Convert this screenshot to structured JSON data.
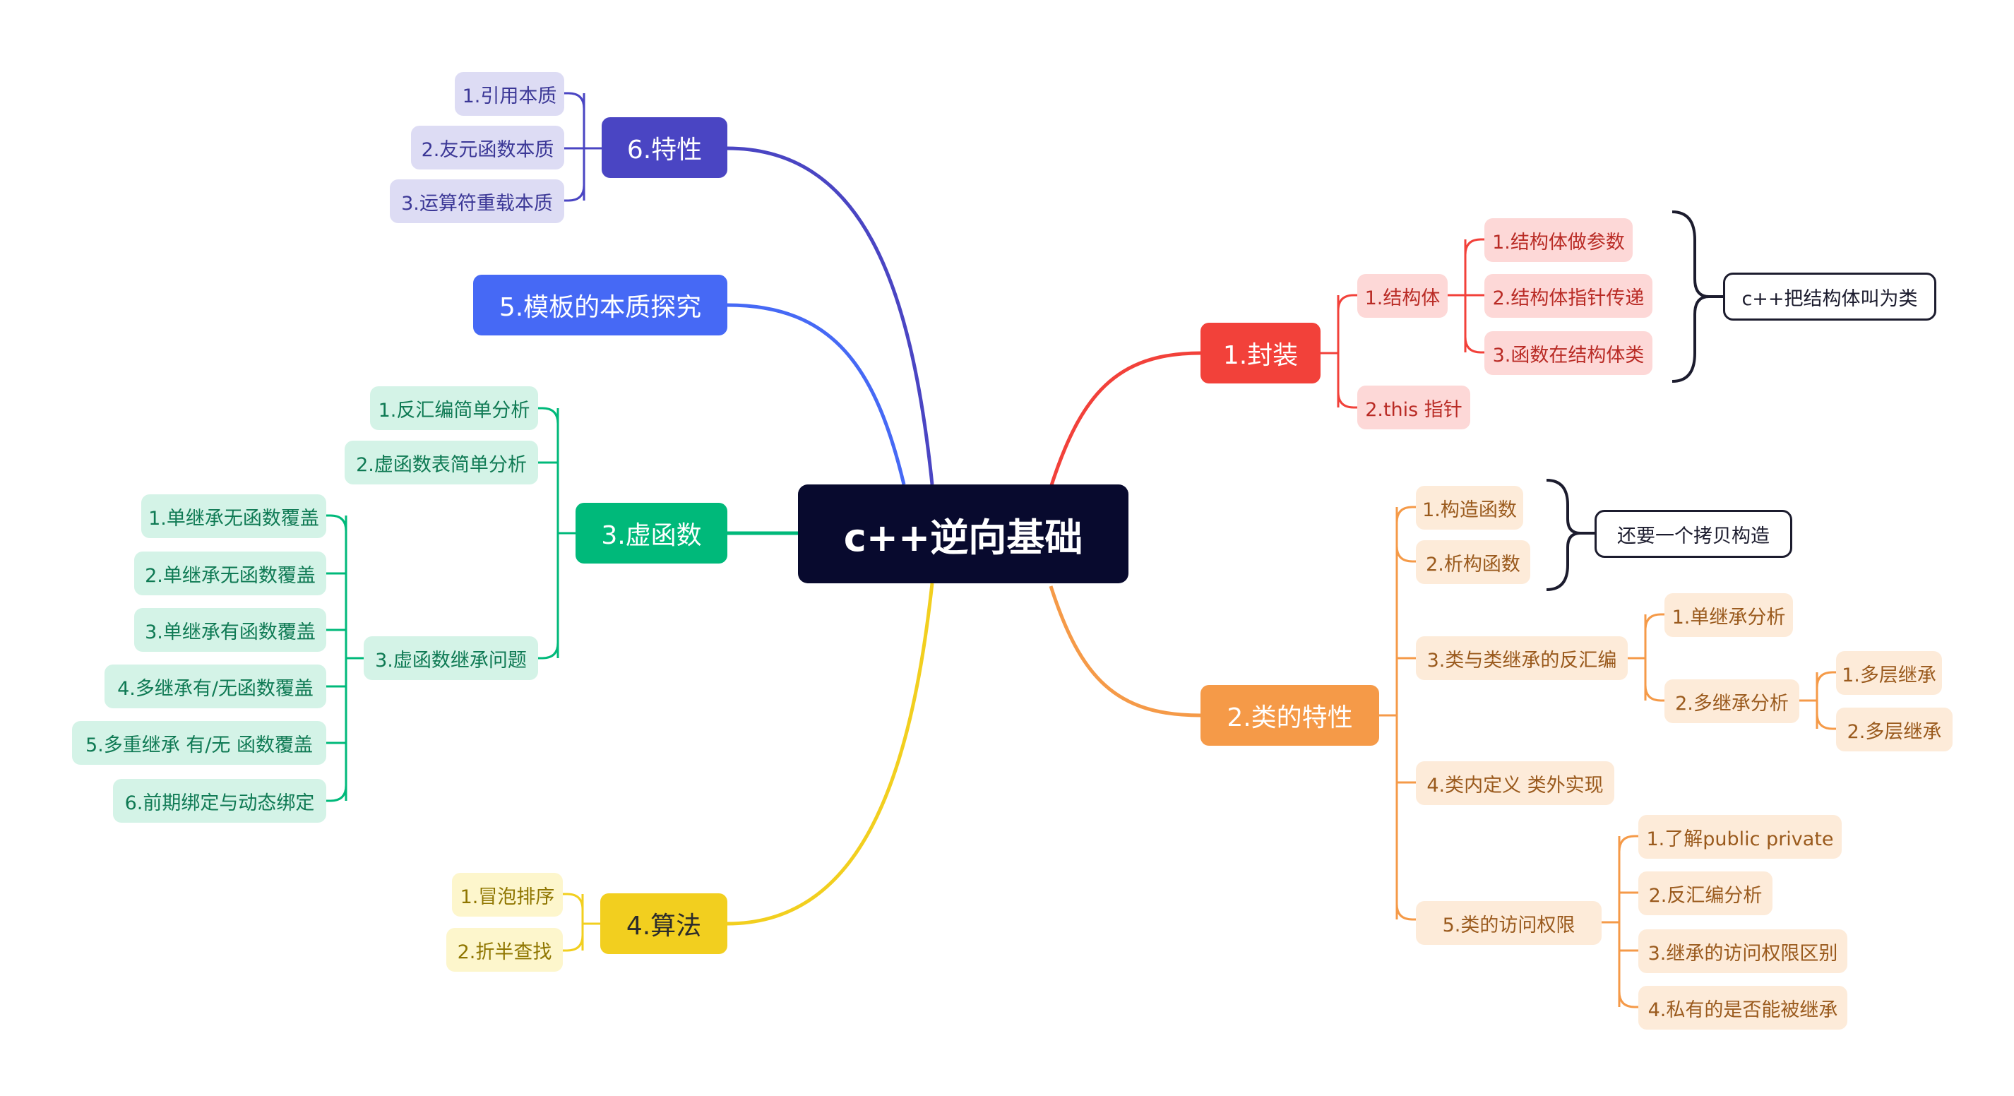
{
  "colors": {
    "root": "#080a2e",
    "branch_1": "#f2413a",
    "branch_2": "#f59a48",
    "branch_3": "#00b97a",
    "branch_4": "#f2cf1f",
    "branch_5": "#4669f5",
    "branch_6": "#4a45c3"
  },
  "root": {
    "label": "c++逆向基础"
  },
  "branches": {
    "encapsulation": {
      "label": "1.封装",
      "struct": {
        "label": "1.结构体",
        "items": [
          "1.结构体做参数",
          "2.结构体指针传递",
          "3.函数在结构体类"
        ],
        "note": "c++把结构体叫为类"
      },
      "this_ptr": "2.this 指针"
    },
    "class_features": {
      "label": "2.类的特性",
      "ctor": "1.构造函数",
      "dtor": "2.析构函数",
      "ctor_note": "还要一个拷贝构造",
      "inherit_disasm": {
        "label": "3.类与类继承的反汇编",
        "single": "1.单继承分析",
        "multi": {
          "label": "2.多继承分析",
          "items": [
            "1.多层继承",
            "2.多层继承"
          ]
        }
      },
      "in_out_def": "4.类内定义 类外实现",
      "access": {
        "label": "5.类的访问权限",
        "items": [
          "1.了解public  private",
          "2.反汇编分析",
          "3.继承的访问权限区别",
          "4.私有的是否能被继承"
        ]
      }
    },
    "virtual": {
      "label": "3.虚函数",
      "items": [
        "1.反汇编简单分析",
        "2.虚函数表简单分析"
      ],
      "inherit": {
        "label": "3.虚函数继承问题",
        "items": [
          "1.单继承无函数覆盖",
          "2.单继承无函数覆盖",
          "3.单继承有函数覆盖",
          "4.多继承有/无函数覆盖",
          "5.多重继承 有/无 函数覆盖",
          "6.前期绑定与动态绑定"
        ]
      }
    },
    "algorithm": {
      "label": "4.算法",
      "items": [
        "1.冒泡排序",
        "2.折半查找"
      ]
    },
    "template": {
      "label": "5.模板的本质探究"
    },
    "traits": {
      "label": "6.特性",
      "items": [
        "1.引用本质",
        "2.友元函数本质",
        "3.运算符重载本质"
      ]
    }
  }
}
